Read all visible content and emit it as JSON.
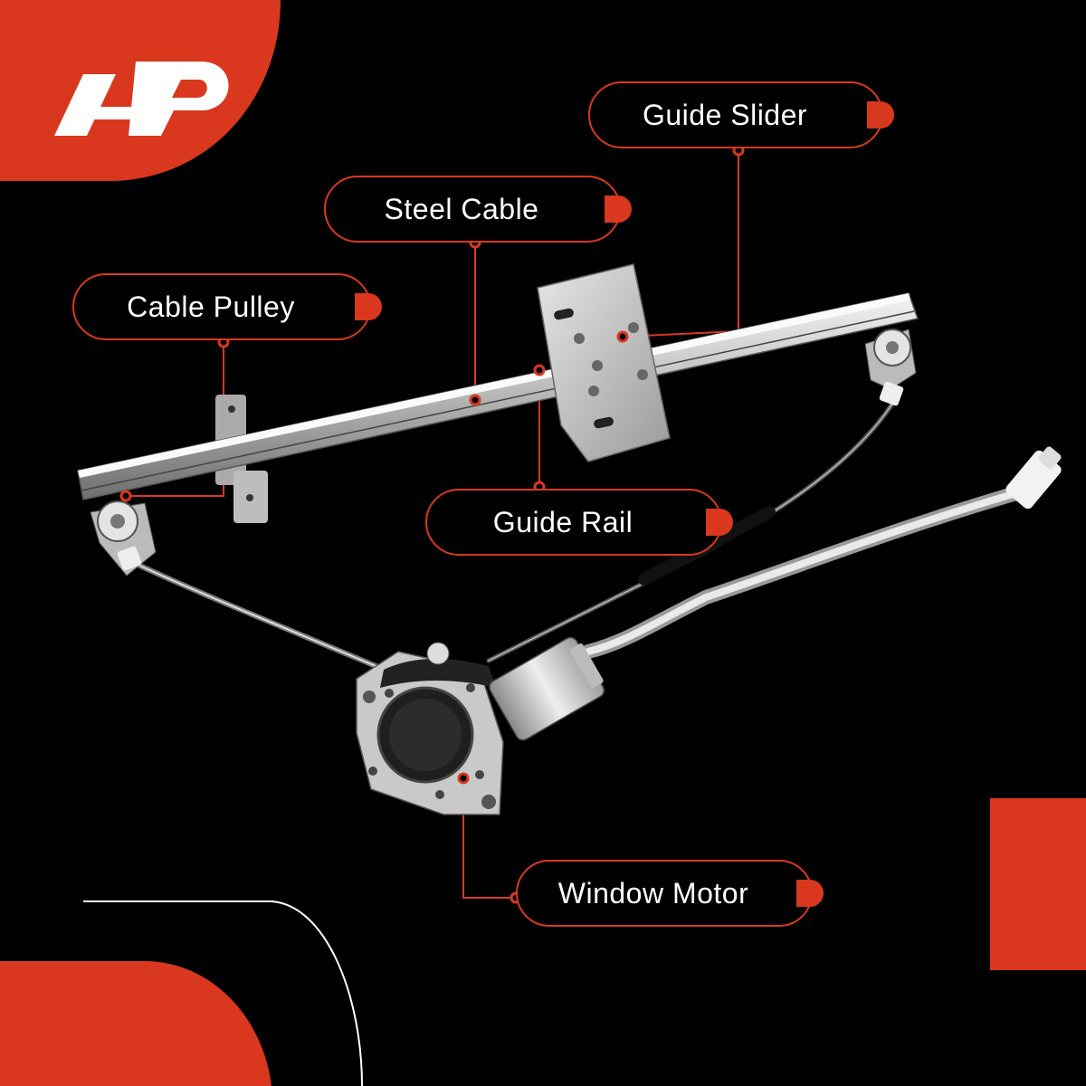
{
  "brand": {
    "logo_text": "A-P",
    "accent_color": "#d9381e",
    "background_color": "#000000"
  },
  "callouts": [
    {
      "id": "guide-slider",
      "label": "Guide Slider"
    },
    {
      "id": "steel-cable",
      "label": "Steel Cable"
    },
    {
      "id": "cable-pulley",
      "label": "Cable Pulley"
    },
    {
      "id": "guide-rail",
      "label": "Guide Rail"
    },
    {
      "id": "window-motor",
      "label": "Window Motor"
    }
  ]
}
